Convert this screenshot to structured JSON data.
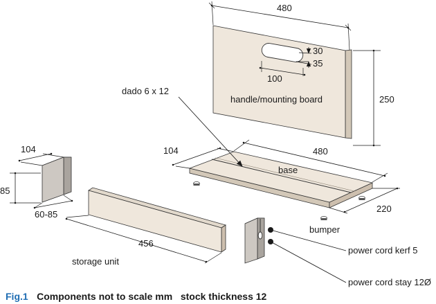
{
  "colors": {
    "board_face": "#efe7dc",
    "board_edge": "#d3c8b8",
    "block_face": "#cdc8c2",
    "block_edge": "#a9a49e",
    "line": "#1a1a1a",
    "caption_accent": "#1f6db3"
  },
  "dimensions": {
    "board_width": "480",
    "slot_height": "30",
    "slot_offset": "35",
    "slot_length": "100",
    "board_height": "250",
    "base_length": "480",
    "base_depth": "104",
    "base_width": "220",
    "block_width": "104",
    "block_height": "85",
    "block_depth": "60-85",
    "storage_length": "456"
  },
  "labels": {
    "mounting_board": "handle/mounting board",
    "dado": "dado 6 x 12",
    "base": "base",
    "bumper": "bumper",
    "storage_unit": "storage unit",
    "cord_kerf": "power cord kerf 5",
    "cord_stay": "power cord stay 12Ø"
  },
  "caption": {
    "figure": "Fig.1",
    "text": "Components not to scale mm   stock thickness 12"
  }
}
